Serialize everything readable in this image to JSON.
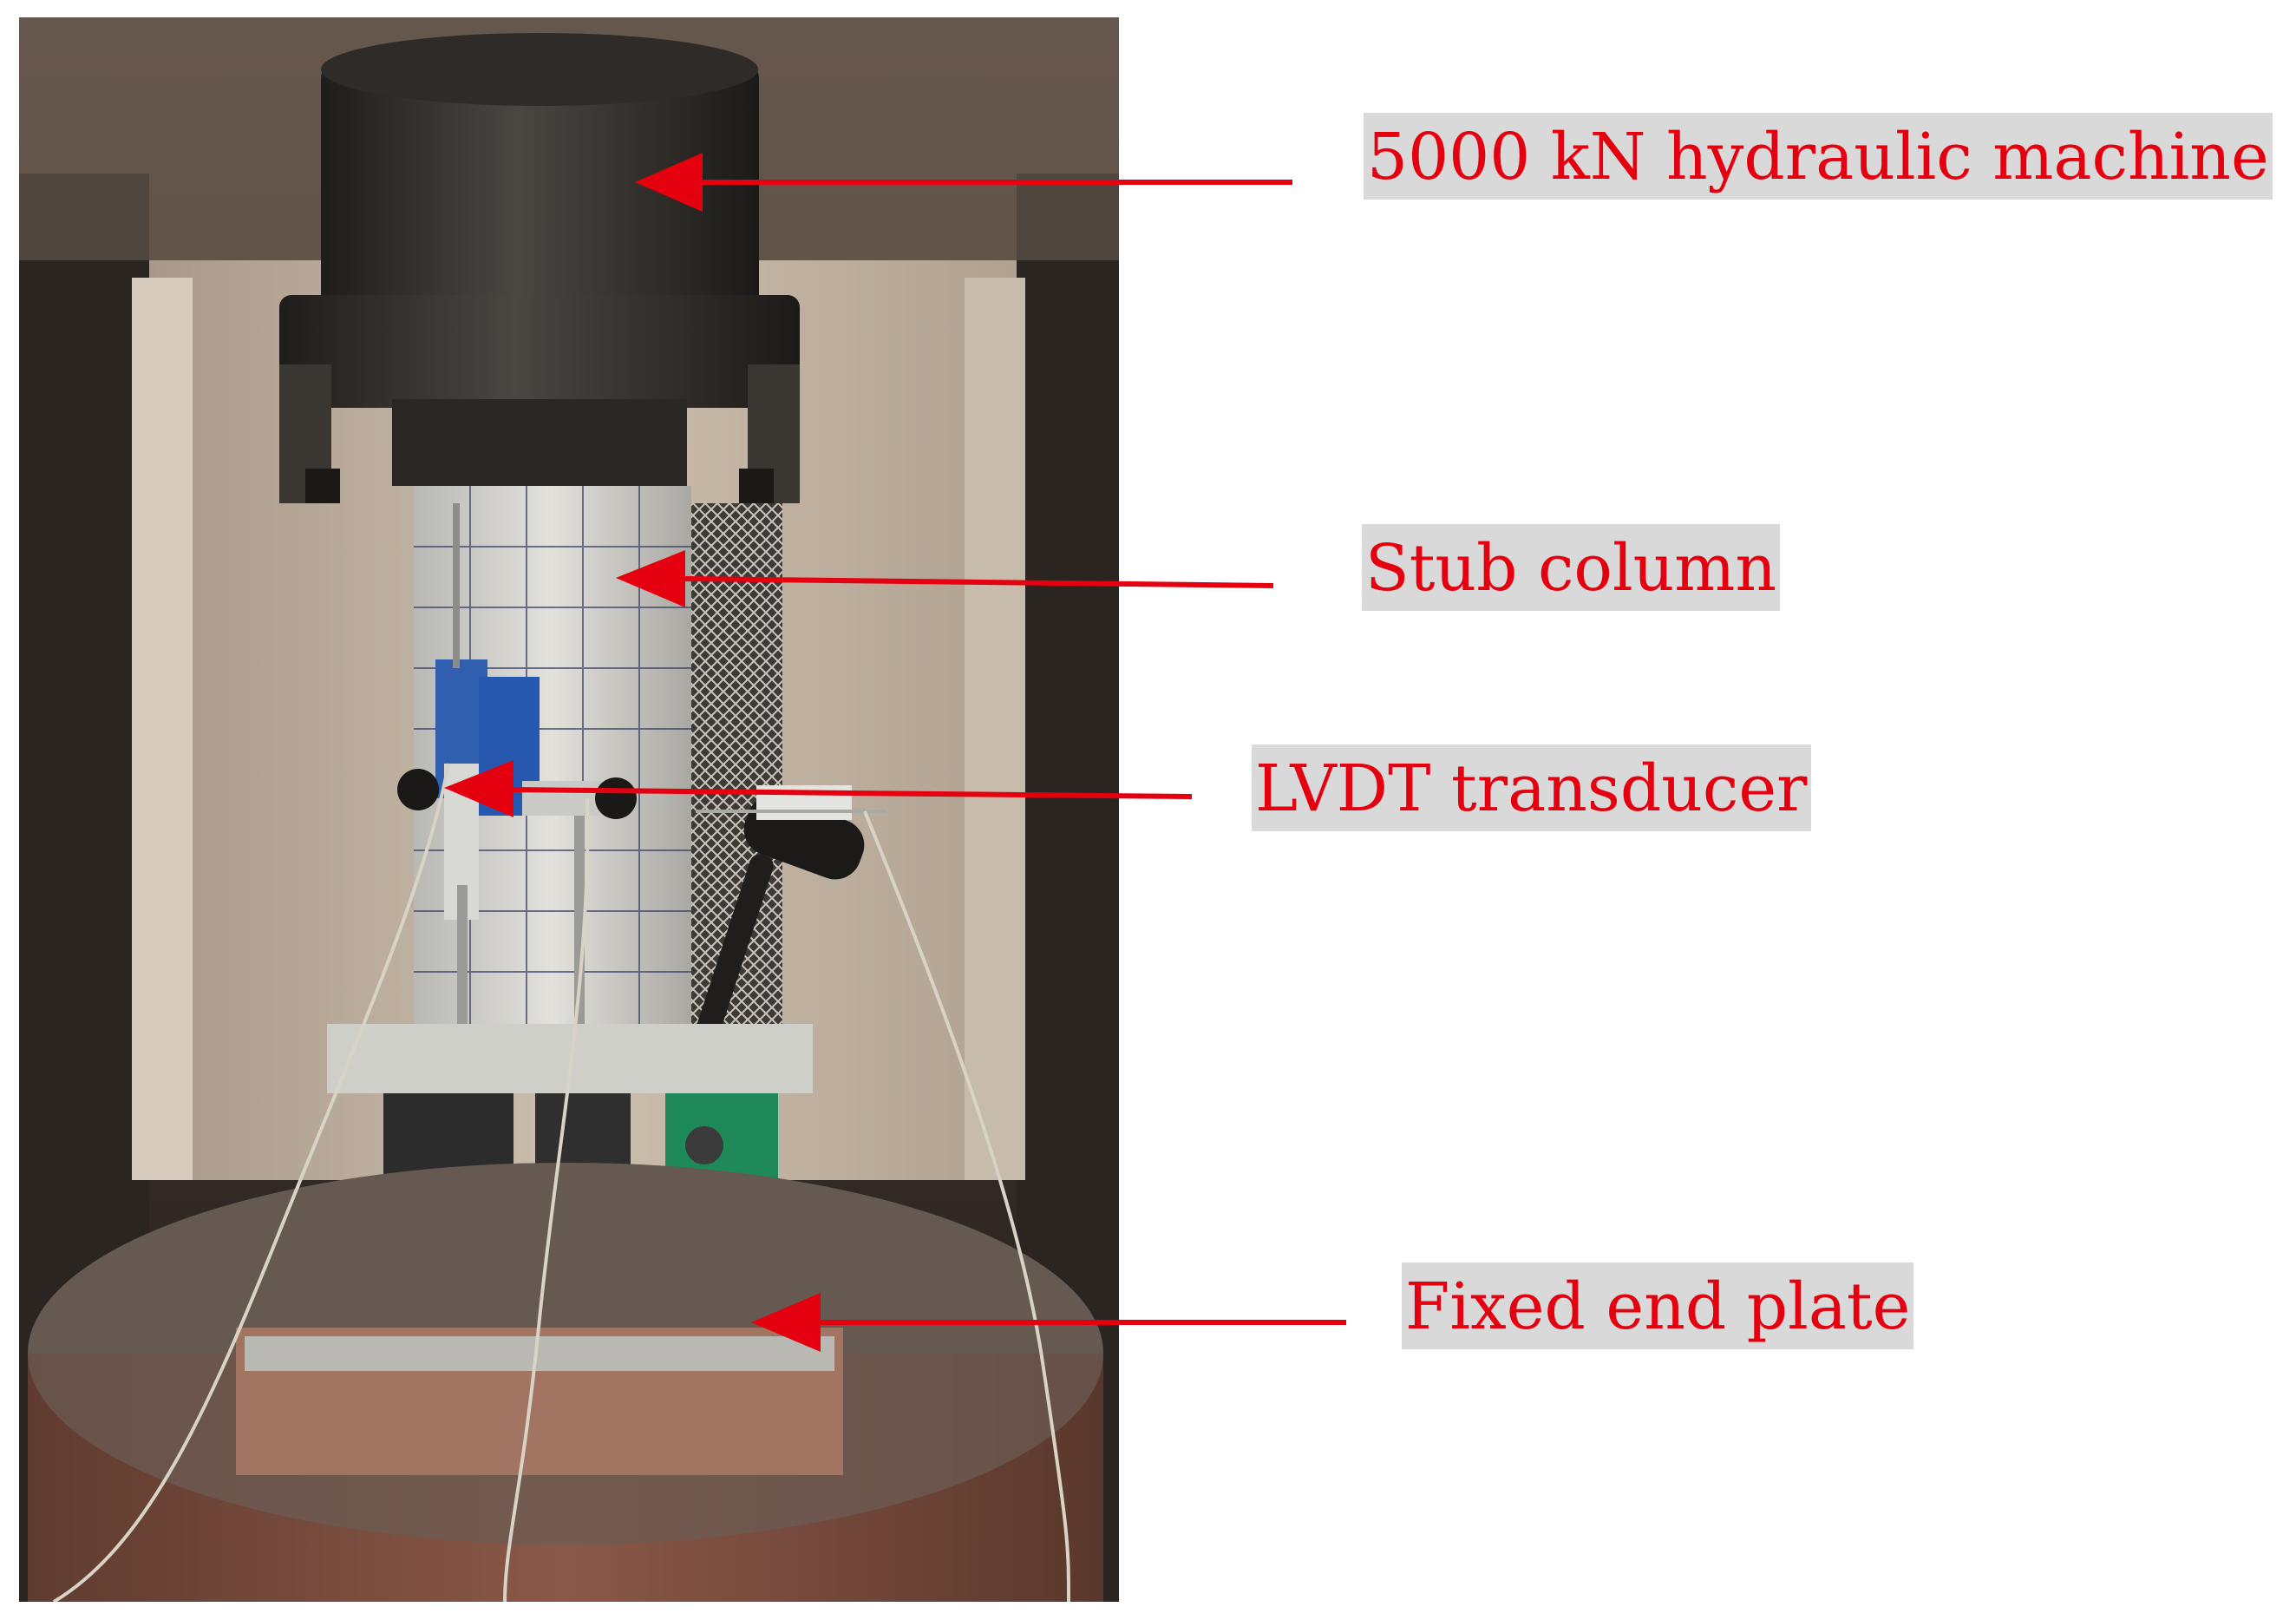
{
  "annotations": [
    {
      "id": "machine",
      "text": "5000 kN hydraulic machine"
    },
    {
      "id": "column",
      "text": "Stub column"
    },
    {
      "id": "lvdt",
      "text": "LVDT transducer"
    },
    {
      "id": "plate",
      "text": "Fixed end plate"
    }
  ],
  "colors": {
    "arrow": "#e4000f",
    "label_background": "#d9d9d9",
    "label_text": "#e4000f"
  }
}
